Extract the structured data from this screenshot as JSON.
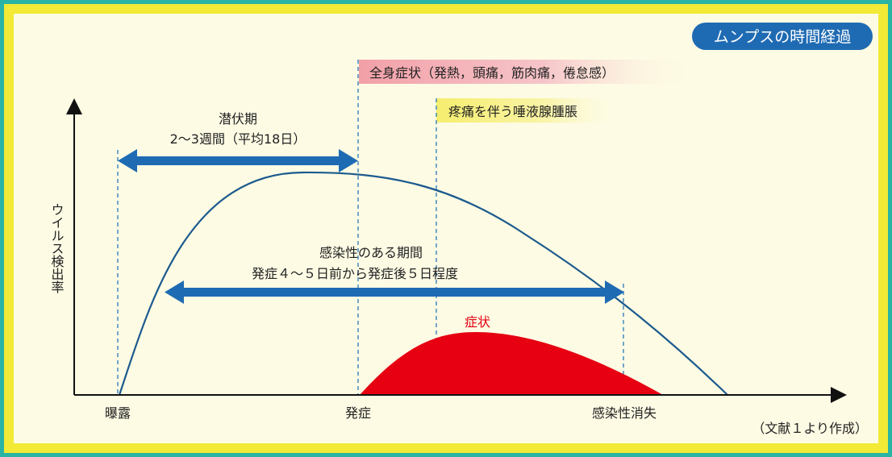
{
  "title": "ムンプスの時間経過",
  "source_note": "（文献１より作成）",
  "y_axis_label": "ウイルス検出率",
  "x_labels": {
    "exposure": "曝露",
    "onset": "発症",
    "infectivity_end": "感染性消失"
  },
  "bands": {
    "systemic": "全身症状（発熱，頭痛，筋肉痛，倦怠感）",
    "parotid": "疼痛を伴う唾液腺腫脹"
  },
  "incubation": {
    "label": "潜伏期",
    "duration": "2〜3週間（平均18日）"
  },
  "infectious_period": {
    "label": "感染性のある期間",
    "range": "発症４〜５日前から発症後５日程度"
  },
  "symptom_label": "症状",
  "colors": {
    "outer_border": "#2ab4a6",
    "inner_border": "#f2ea36",
    "background": "#fdfbe4",
    "curve": "#1c5a8e",
    "arrow": "#1f6bb3",
    "symptom_fill": "#e60012",
    "systemic_band": "#f2a7ad",
    "parotid_band": "#f7f07a",
    "badge": "#1f6bb3"
  }
}
